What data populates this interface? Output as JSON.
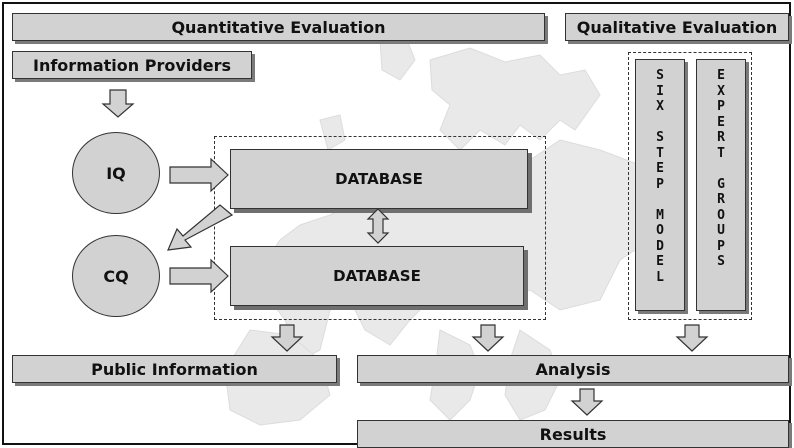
{
  "quantitative": {
    "title": "Quantitative Evaluation"
  },
  "qualitative": {
    "title": "Qualitative Evaluation"
  },
  "information_providers": "Information Providers",
  "circles": {
    "iq": "IQ",
    "cq": "CQ"
  },
  "database_top": "DATABASE",
  "database_bottom": "DATABASE",
  "vertical": {
    "six_step_model": "S\nI\nX\n\nS\nT\nE\nP\n\nM\nO\nD\nE\nL",
    "expert_groups": "E\nX\nP\nE\nR\nT\n\nG\nR\nO\nU\nP\nS"
  },
  "public_information": "Public Information",
  "analysis": "Analysis",
  "results": "Results",
  "colors": {
    "box_fill": "#d2d2d2",
    "shadow": "#7a7a7a",
    "outline": "#333333",
    "background_map": "#e8e8e8"
  }
}
